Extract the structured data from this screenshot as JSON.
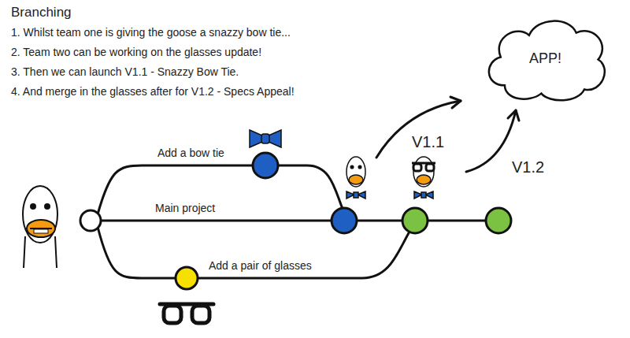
{
  "diagram": {
    "title": "Branching",
    "nodes": [
      {
        "text": [
          "APP!"
        ]
      }
    ],
    "labels": [
      "1. Whilst team one is giving the goose a snazzy bow tie...",
      "2. Team two can be working on the glasses update!",
      "3. Then we can launch V1.1 - Snazzy Bow Tie.",
      "4. And merge in the glasses after for V1.2 - Specs Appeal!",
      "Add a bow tie",
      "Main project",
      "Add a pair of glasses",
      "V1.1",
      "V1.2"
    ]
  }
}
